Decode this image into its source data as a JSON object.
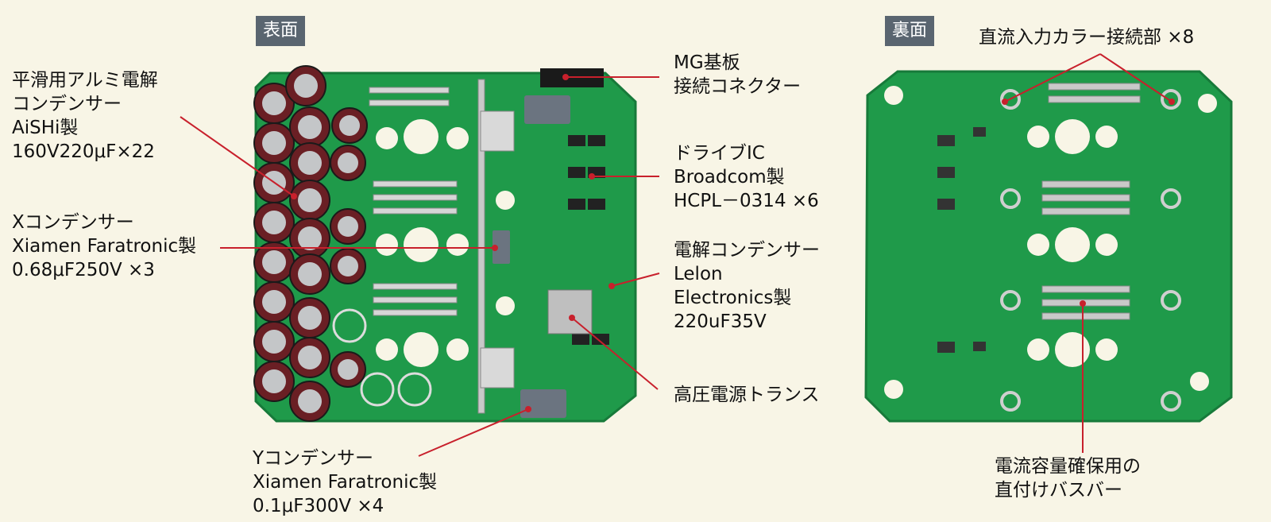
{
  "sides": {
    "front": "表面",
    "back": "裏面"
  },
  "annotations": {
    "smoothing_cap": "平滑用アルミ電解\nコンデンサー\nAiSHi製\n160V220μF×22",
    "x_cap": "Xコンデンサー\nXiamen Faratronic製\n0.68μF250V ×3",
    "y_cap": "Yコンデンサー\nXiamen Faratronic製\n0.1μF300V ×4",
    "mg_connector": "MG基板\n接続コネクター",
    "drive_ic": "ドライブIC\nBroadcom製\nHCPL－0314 ×6",
    "elec_cap": "電解コンデンサー\nLelon\nElectronics製\n220uF35V",
    "hv_transformer": "高圧電源トランス",
    "dc_collar": "直流入力カラー接続部 ×8",
    "busbar": "電流容量確保用の\n直付けバスバー"
  },
  "colors": {
    "background": "#f8f5e6",
    "pcb": "#1f9a4a",
    "leader": "#c8202c",
    "tag": "#5a6570"
  }
}
